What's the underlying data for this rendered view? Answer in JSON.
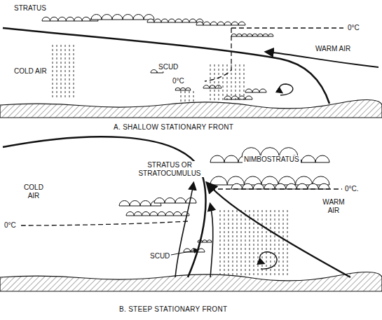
{
  "diagram": {
    "labels": [
      "STRATUS",
      "0°C",
      "COLD AIR",
      "SCUD",
      "0°C",
      "WARM AIR",
      "A. SHALLOW STATIONARY FRONT",
      "NIMBOSTRATUS",
      "STRATUS OR STRATOCUMULUS",
      "0°C.",
      "COLD AIR",
      "WARM AIR",
      "0°C",
      "SCUD",
      "B. STEEP STATIONARY FRONT"
    ]
  }
}
